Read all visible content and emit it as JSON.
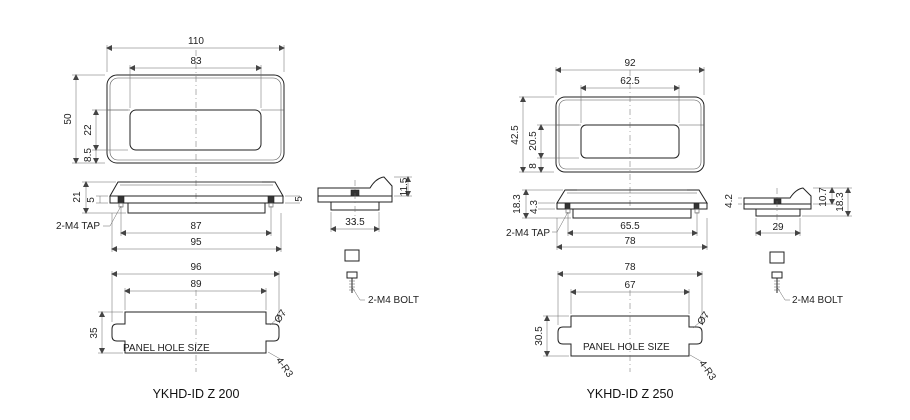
{
  "models": [
    {
      "title": "YKHD-ID Z 200",
      "front": {
        "overall_width": "110",
        "inner_width": "83",
        "overall_height": "50",
        "inner_height": "22",
        "bottom_offset": "8.5"
      },
      "side": {
        "overall_height": "21",
        "flange": "5",
        "tap_label": "2-M4 TAP",
        "tap_spacing": "87",
        "body_width": "95",
        "right_gap": "5"
      },
      "end": {
        "height": "11.5",
        "width": "33.5"
      },
      "bolt_label": "2-M4 BOLT",
      "panel": {
        "overall_width": "96",
        "inner_width": "89",
        "height": "35",
        "hole_dia": "Ø7",
        "radius": "4-R3",
        "label": "PANEL HOLE SIZE"
      }
    },
    {
      "title": "YKHD-ID Z 250",
      "front": {
        "overall_width": "92",
        "inner_width": "62.5",
        "overall_height": "42.5",
        "inner_height": "20.5",
        "bottom_offset": "8"
      },
      "side": {
        "overall_height": "18.3",
        "flange": "4.3",
        "tap_label": "2-M4 TAP",
        "tap_spacing": "65.5",
        "body_width": "78",
        "right_gap": "4.2"
      },
      "end": {
        "height": "10.7",
        "height2": "18.3",
        "width": "29"
      },
      "bolt_label": "2-M4 BOLT",
      "panel": {
        "overall_width": "78",
        "inner_width": "67",
        "height": "30.5",
        "hole_dia": "Ø7",
        "radius": "4-R3",
        "label": "PANEL HOLE SIZE"
      }
    }
  ]
}
